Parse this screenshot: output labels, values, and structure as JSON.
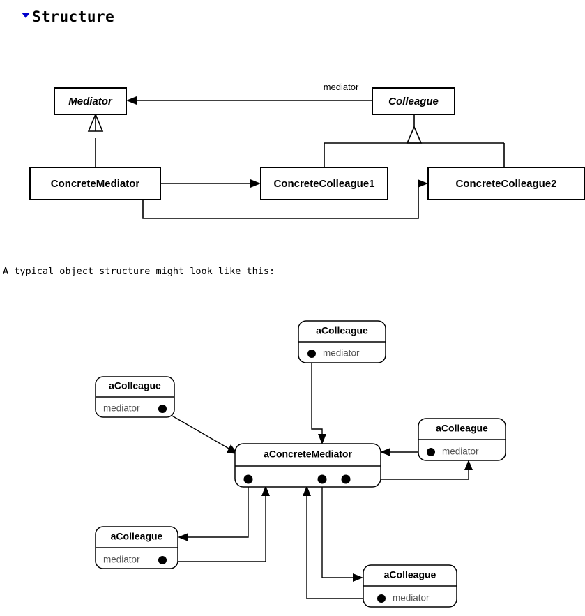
{
  "heading": {
    "text": "Structure",
    "bullet_icon": "triangle-down-icon",
    "bullet_color": "#0000cc"
  },
  "caption": {
    "text": "A typical object structure might look like this:"
  },
  "class_diagram": {
    "name": "mediator-pattern-class-diagram",
    "classes": [
      {
        "id": "mediator",
        "label": "Mediator",
        "abstract": true
      },
      {
        "id": "colleague",
        "label": "Colleague",
        "abstract": true
      },
      {
        "id": "concrete_mediator",
        "label": "ConcreteMediator",
        "abstract": false
      },
      {
        "id": "concrete_colleague1",
        "label": "ConcreteColleague1",
        "abstract": false
      },
      {
        "id": "concrete_colleague2",
        "label": "ConcreteColleague2",
        "abstract": false
      }
    ],
    "association_labels": [
      {
        "id": "mediator_role",
        "text": "mediator"
      }
    ],
    "relations": [
      {
        "from": "colleague",
        "to": "mediator",
        "type": "association",
        "label": "mediator"
      },
      {
        "from": "concrete_mediator",
        "to": "mediator",
        "type": "generalization"
      },
      {
        "from": "concrete_colleague1",
        "to": "colleague",
        "type": "generalization"
      },
      {
        "from": "concrete_colleague2",
        "to": "colleague",
        "type": "generalization"
      },
      {
        "from": "concrete_mediator",
        "to": "concrete_colleague1",
        "type": "association"
      },
      {
        "from": "concrete_mediator",
        "to": "concrete_colleague2",
        "type": "association"
      }
    ]
  },
  "object_diagram": {
    "name": "mediator-pattern-object-diagram",
    "mediator_object": {
      "id": "a_concrete_mediator",
      "title": "aConcreteMediator",
      "references": 3
    },
    "colleague_objects": [
      {
        "id": "colleague_top",
        "title": "aColleague",
        "attribute": "mediator",
        "dot_side": "left"
      },
      {
        "id": "colleague_left",
        "title": "aColleague",
        "attribute": "mediator",
        "dot_side": "right"
      },
      {
        "id": "colleague_right",
        "title": "aColleague",
        "attribute": "mediator",
        "dot_side": "left"
      },
      {
        "id": "colleague_bottom_left",
        "title": "aColleague",
        "attribute": "mediator",
        "dot_side": "right"
      },
      {
        "id": "colleague_bottom_right",
        "title": "aColleague",
        "attribute": "mediator",
        "dot_side": "left"
      }
    ]
  }
}
